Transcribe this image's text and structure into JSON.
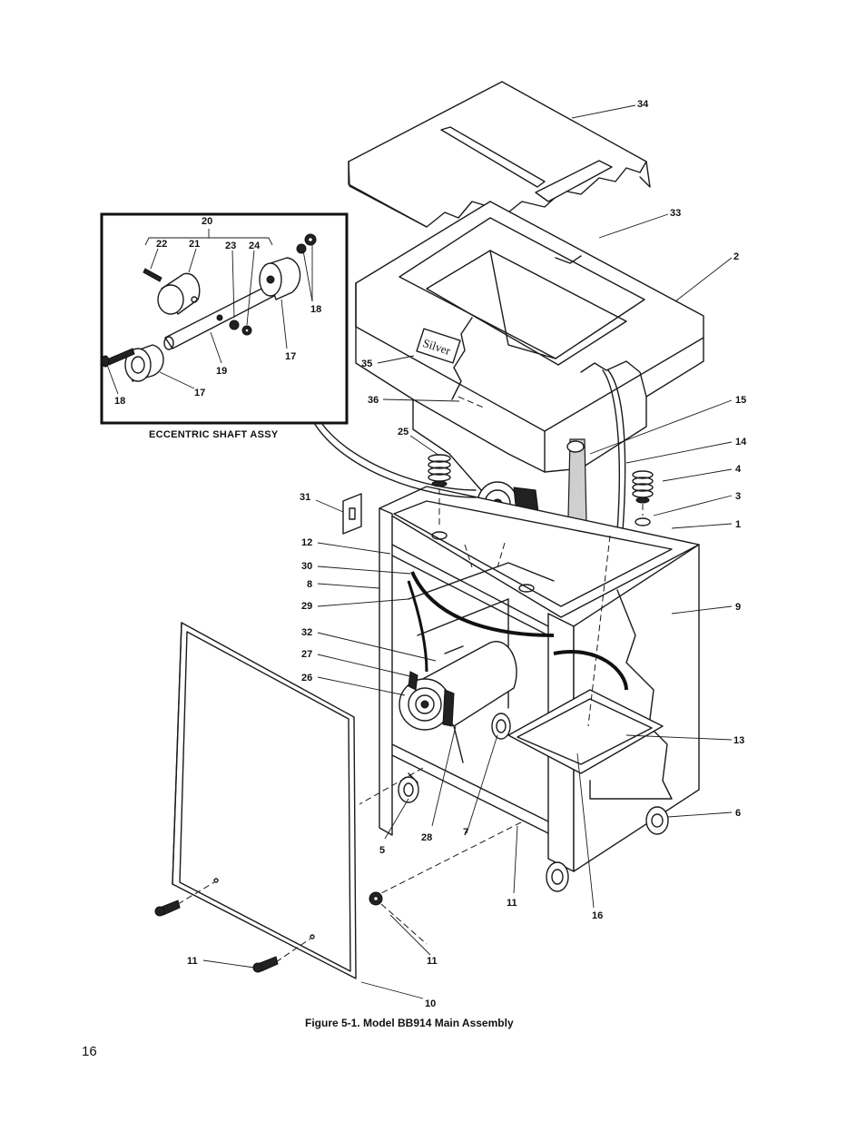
{
  "figure": {
    "caption": "Figure 5-1.  Model BB914 Main Assembly",
    "inset_title": "ECCENTRIC SHAFT ASSY",
    "nameplate": "Silver"
  },
  "page_number": "16",
  "callouts": {
    "c1": "1",
    "c2": "2",
    "c3": "3",
    "c4": "4",
    "c5": "5",
    "c6": "6",
    "c7": "7",
    "c8": "8",
    "c9": "9",
    "c10": "10",
    "c11a": "11",
    "c11b": "11",
    "c11c": "11",
    "c12": "12",
    "c13": "13",
    "c14": "14",
    "c15": "15",
    "c16": "16",
    "c17a": "17",
    "c17b": "17",
    "c18a": "18",
    "c18b": "18",
    "c19": "19",
    "c20": "20",
    "c21": "21",
    "c22": "22",
    "c23": "23",
    "c24": "24",
    "c25": "25",
    "c26": "26",
    "c27": "27",
    "c28": "28",
    "c29": "29",
    "c30": "30",
    "c31": "31",
    "c32": "32",
    "c33": "33",
    "c34": "34",
    "c35": "35",
    "c36": "36"
  }
}
